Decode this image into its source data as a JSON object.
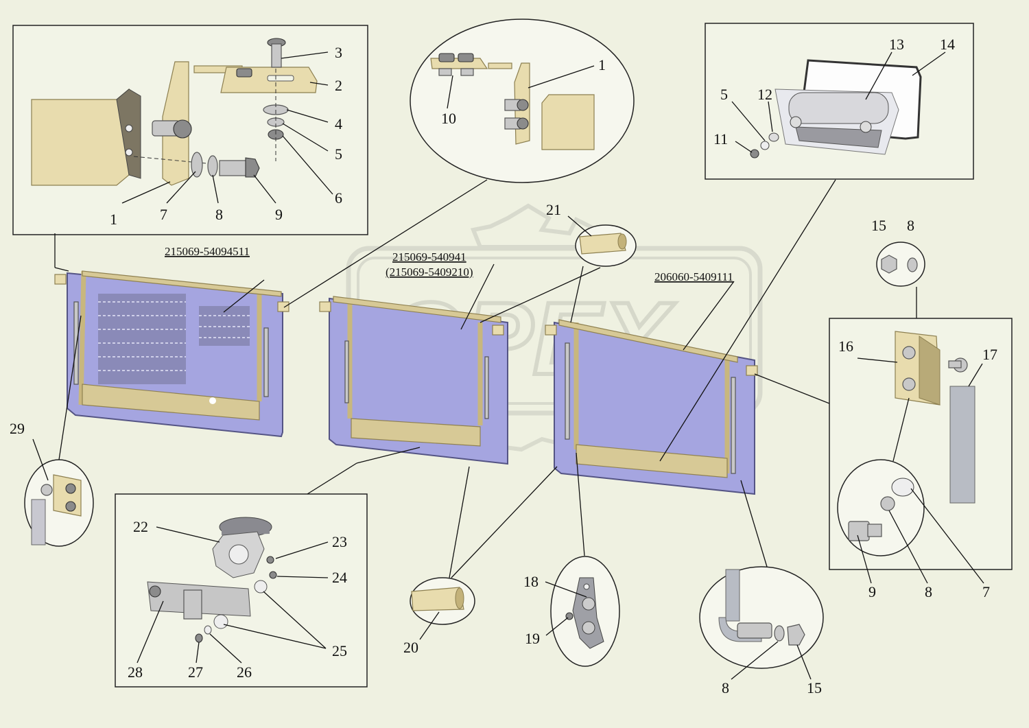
{
  "watermark": "OPEX",
  "part_numbers": {
    "left_panel": "215069-54094511",
    "middle_panel": "215069-540941",
    "middle_panel_alt": "(215069-5409210)",
    "right_panel": "206060-5409111"
  },
  "callouts": {
    "hinge_box": [
      "3",
      "2",
      "4",
      "5",
      "6",
      "1",
      "7",
      "8",
      "9"
    ],
    "hinge_circle": [
      "1",
      "10"
    ],
    "handle_box": [
      "13",
      "14",
      "5",
      "12",
      "11"
    ],
    "nut_circle": [
      "15",
      "8"
    ],
    "strut_box": [
      "16",
      "17",
      "9",
      "8",
      "7"
    ],
    "small_top": "21",
    "left_corner": "29",
    "lock_box": [
      "22",
      "23",
      "24",
      "25",
      "28",
      "27",
      "26"
    ],
    "pin_circle": "20",
    "latch_circle": [
      "18",
      "19"
    ],
    "elbow_circle": [
      "8",
      "15"
    ]
  }
}
